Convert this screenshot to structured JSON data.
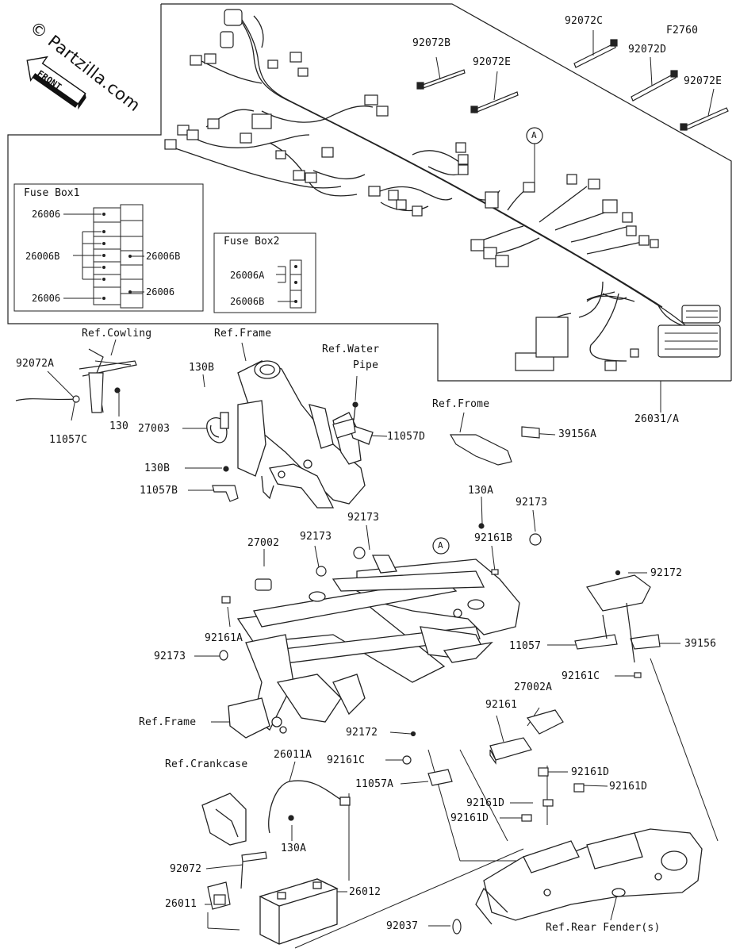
{
  "watermark": "© Partzilla.com",
  "front_arrow_text": "FRONT",
  "figure_code": "F2760",
  "fuse_box_1": {
    "title": "Fuse Box1",
    "labels": [
      "26006",
      "26006B",
      "26006",
      "26006B",
      "26006"
    ]
  },
  "fuse_box_2": {
    "title": "Fuse Box2",
    "labels": [
      "26006A",
      "26006B"
    ]
  },
  "callouts": {
    "c92072C": "92072C",
    "c92072B": "92072B",
    "c92072E_1": "92072E",
    "c92072D": "92072D",
    "c92072E_2": "92072E",
    "marker_a_1": "A",
    "marker_a_2": "A",
    "ref_cowling": "Ref.Cowling",
    "ref_frame_1": "Ref.Frame",
    "ref_water_pipe_1": "Ref.Water",
    "ref_water_pipe_2": "Pipe",
    "c92072A": "92072A",
    "c130B_1": "130B",
    "c130": "130",
    "c11057C": "11057C",
    "c27003": "27003",
    "c11057D": "11057D",
    "c130B_2": "130B",
    "c11057B": "11057B",
    "c26031A": "26031/A",
    "ref_frome": "Ref.Frome",
    "c39156A": "39156A",
    "c130A_1": "130A",
    "c92173_1": "92173",
    "c92173_2": "92173",
    "c27002": "27002",
    "c92173_3": "92173",
    "c92161B": "92161B",
    "c92172_1": "92172",
    "c92161A": "92161A",
    "c92173_4": "92173",
    "c11057": "11057",
    "c39156": "39156",
    "c92161C_1": "92161C",
    "c27002A": "27002A",
    "ref_frame_2": "Ref.Frame",
    "c92161": "92161",
    "c92172_2": "92172",
    "c92161C_2": "92161C",
    "c11057A": "11057A",
    "c92161D_1": "92161D",
    "c92161D_2": "92161D",
    "c92161D_3": "92161D",
    "c92161D_4": "92161D",
    "ref_crankcase": "Ref.Crankcase",
    "c26011A": "26011A",
    "c130A_2": "130A",
    "c92072": "92072",
    "c26011": "26011",
    "c26012": "26012",
    "c92037": "92037",
    "ref_rear_fender": "Ref.Rear Fender(s)"
  }
}
